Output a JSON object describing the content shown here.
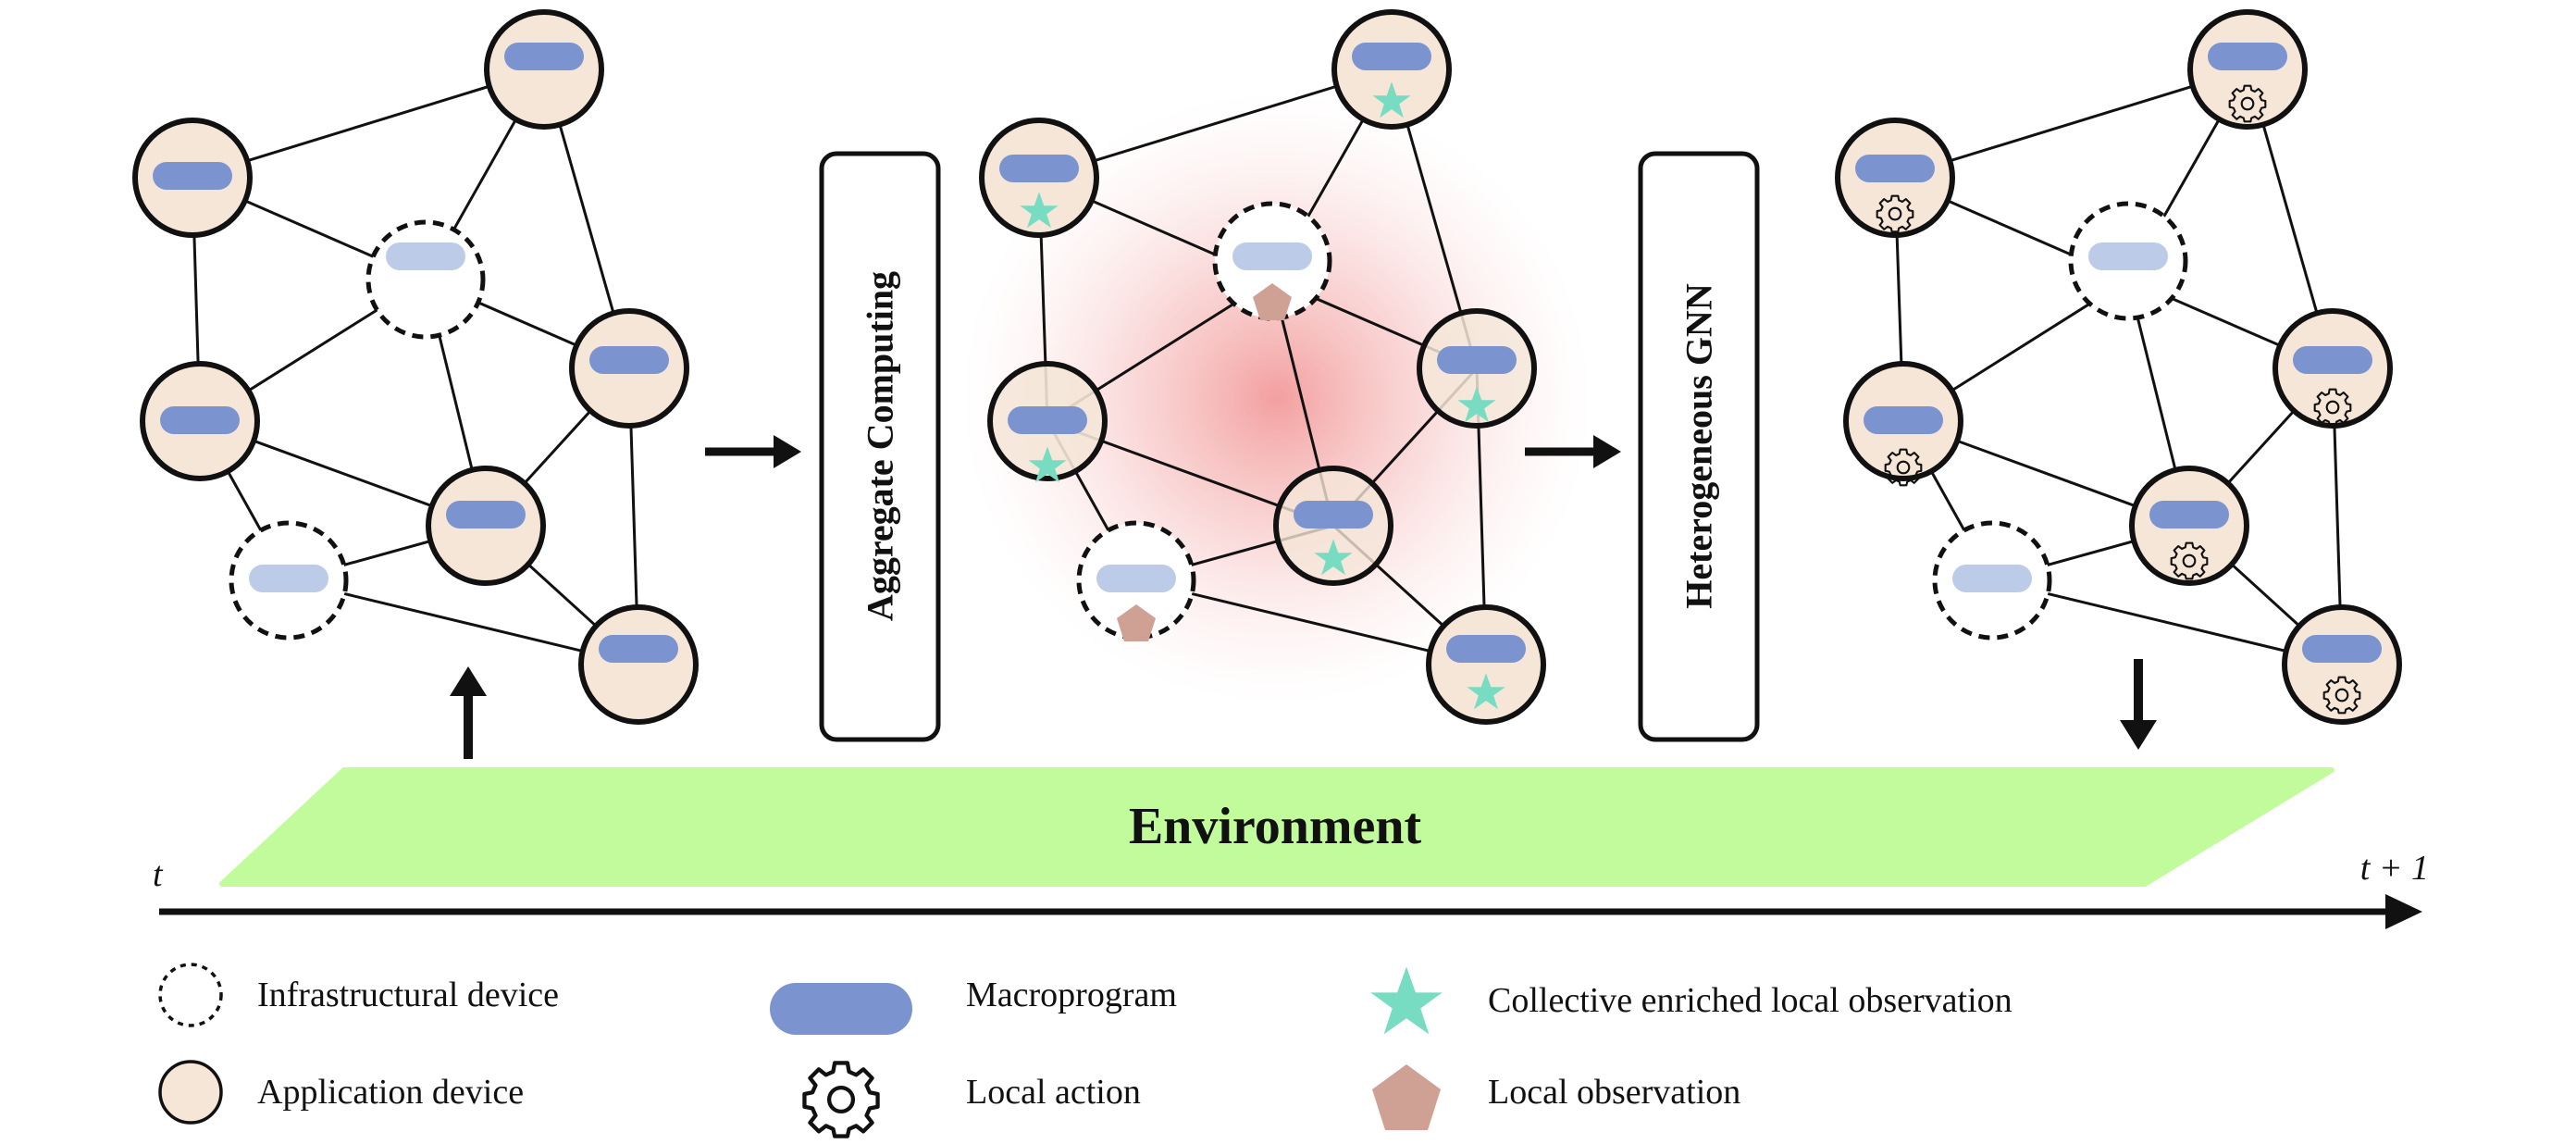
{
  "stages": {
    "aggregate": "Aggregate Computing",
    "gnn": "Heterogeneous GNN"
  },
  "environment": "Environment",
  "timeline": {
    "start": "t",
    "end": "t + 1"
  },
  "legend": {
    "infrastructural_device": "Infrastructural device",
    "application_device": "Application device",
    "macroprogram": "Macroprogram",
    "local_action": "Local action",
    "collective_observation": "Collective enriched local observation",
    "local_observation": "Local observation"
  },
  "colors": {
    "node_fill": "#f5e6d8",
    "macroprogram": "#7b94cf",
    "macroprogram_infra": "#bccbe8",
    "star": "#78dcc3",
    "pentagon": "#cfa194",
    "environment": "#c2fb9b",
    "glow": "#f08a8a"
  }
}
